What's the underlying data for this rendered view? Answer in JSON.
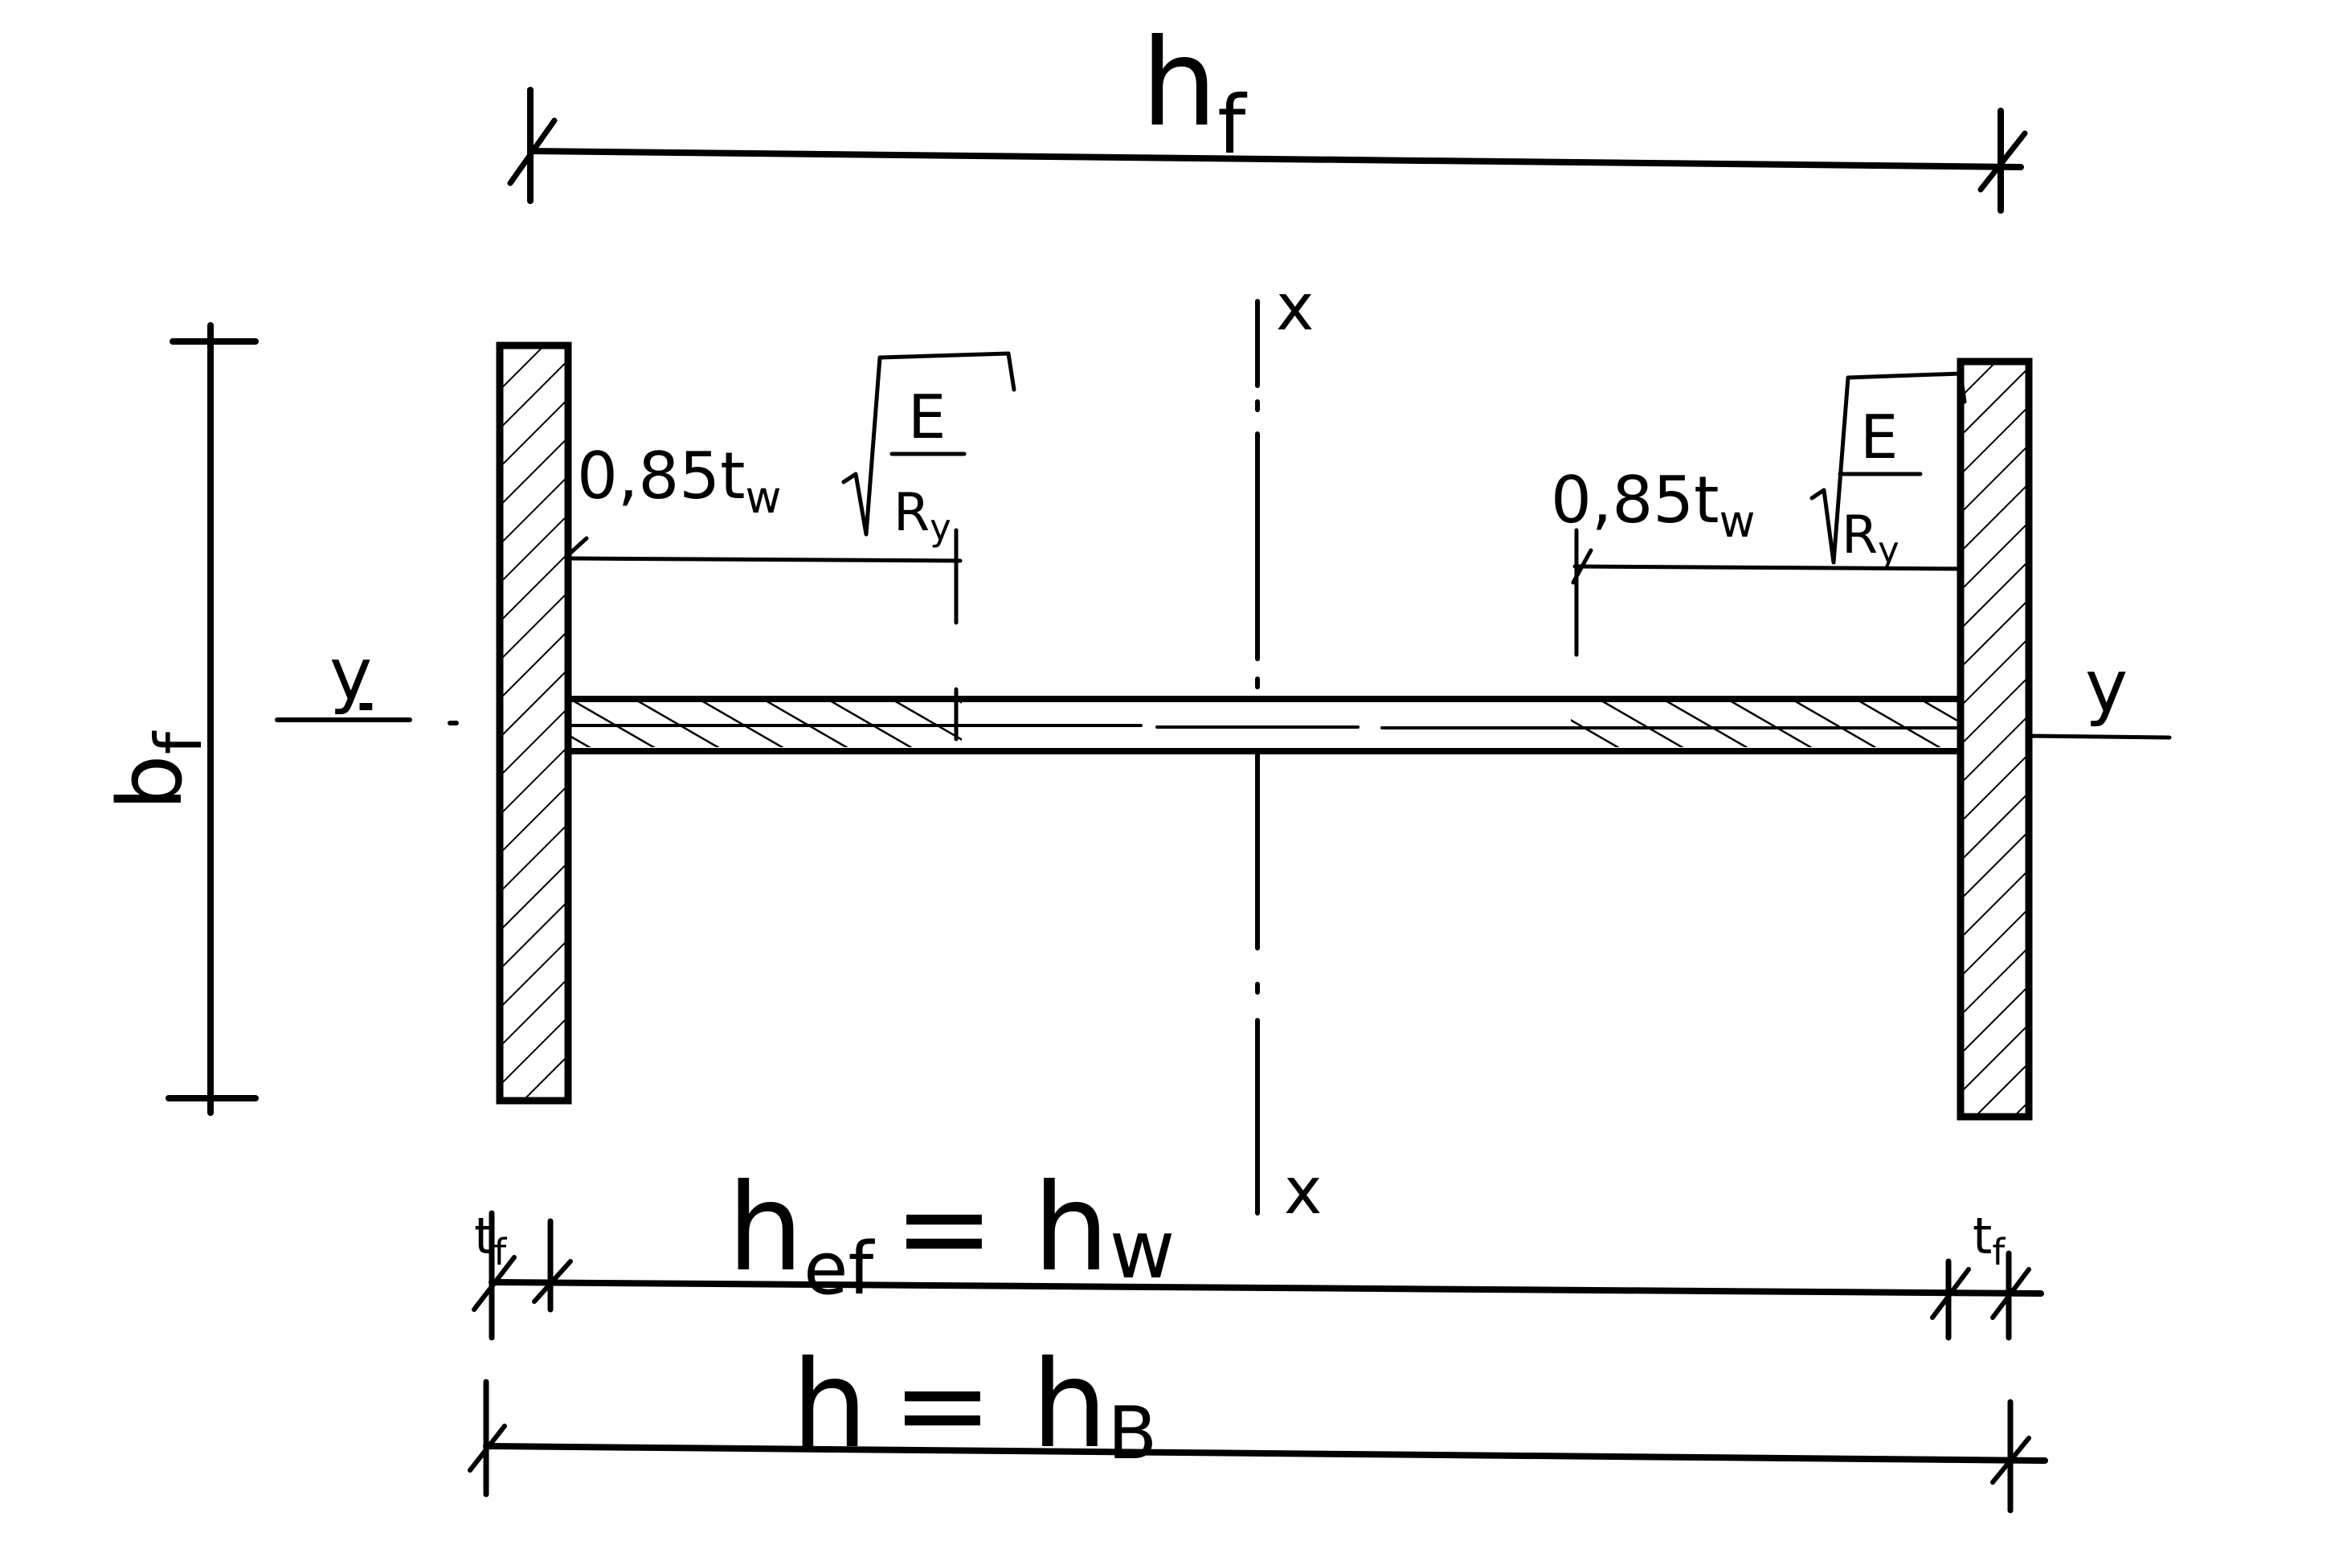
{
  "labels": {
    "top_dimension": "h",
    "top_dimension_sub": "f",
    "axis_x_top": "x",
    "axis_x_bottom": "x",
    "axis_y_left": "y",
    "axis_y_right": "y",
    "left_dimension": "b",
    "left_dimension_sub": "f",
    "formula_left_coef": "0,85t",
    "formula_left_sub": "w",
    "formula_left_num": "E",
    "formula_left_den": "R",
    "formula_left_den_sub": "y",
    "formula_right_coef": "0,85t",
    "formula_right_sub": "w",
    "formula_right_num": "E",
    "formula_right_den": "R",
    "formula_right_den_sub": "y",
    "flange_thickness_left": "t",
    "flange_thickness_left_sub": "f",
    "flange_thickness_right": "t",
    "flange_thickness_right_sub": "f",
    "web_height_label": "h",
    "web_height_label_sub": "ef",
    "web_height_eq": "= h",
    "web_height_eq_sub": "w",
    "total_height_label": "h",
    "total_height_eq": "= h",
    "total_height_eq_sub": "B"
  },
  "colors": {
    "ink": "#000000",
    "background": "#ffffff"
  }
}
